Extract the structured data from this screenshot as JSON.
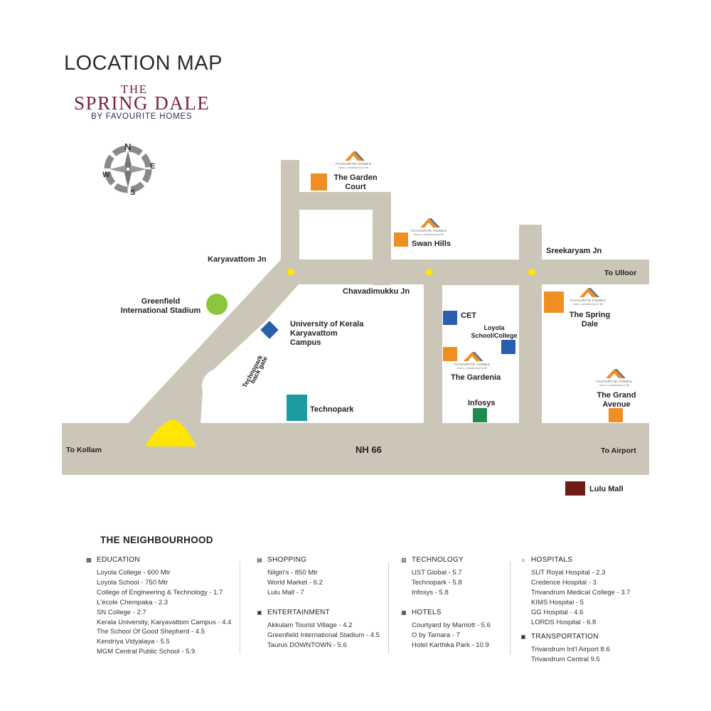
{
  "header": {
    "title": "LOCATION MAP",
    "brand_the": "THE",
    "brand_name": "SPRING DALE",
    "brand_by": "BY FAVOURITE HOMES"
  },
  "compass": {
    "n": "N",
    "e": "E",
    "s": "S",
    "w": "W"
  },
  "colors": {
    "road": "#ccc6b8",
    "project": "#ef8f22",
    "institution": "#2a5fb0",
    "technopark": "#1e9b9e",
    "infosys": "#1e8a4d",
    "lulu": "#6e1c16",
    "stadium": "#8cc63f",
    "junction": "#ffe600",
    "brand": "#7b2242"
  },
  "map": {
    "roads": {
      "nh66": "NH 66",
      "to_kollam": "To Kollam",
      "to_airport": "To Airport",
      "to_ulloor": "To Ulloor"
    },
    "junctions": {
      "karyavattom": "Karyavattom Jn",
      "chavadimukku": "Chavadimukku Jn",
      "sreekaryam": "Sreekaryam Jn"
    },
    "places": {
      "greenfield": "Greenfield International Stadium",
      "university": "University of Kerala Karyavattom Campus",
      "technopark_gate": "Technopark back gate",
      "technopark": "Technopark",
      "cet": "CET",
      "loyola": "Loyola School/College",
      "infosys": "Infosys",
      "lulu": "Lulu Mall"
    },
    "projects": {
      "garden_court": "The Garden Court",
      "swan_hills": "Swan Hills",
      "spring_dale": "The Spring Dale",
      "gardenia": "The Gardenia",
      "grand_avenue": "The Grand Avenue"
    },
    "logo_text": "FAVOURITE HOMES",
    "logo_tag": "Home, a relationship for life"
  },
  "neighbourhood": {
    "title": "THE NEIGHBOURHOOD",
    "education": {
      "heading": "EDUCATION",
      "icon": "book-icon",
      "items": [
        "Loyola College - 600 Mtr",
        "Loyola School - 750 Mtr",
        "College of Engineering & Technology - 1.7",
        "L'école Chempaka - 2.3",
        "SN College - 2.7",
        "Kerala University, Karyavattom Campus - 4.4",
        "The School Of Good Shepherd - 4.5",
        "Kendriya Vidyalaya - 5.5",
        "MGM Central Public School - 5.9"
      ]
    },
    "shopping": {
      "heading": "SHOPPING",
      "icon": "shopping-icon",
      "items": [
        "Nilgiri's - 850 Mtr",
        "World Market - 6.2",
        "Lulu Mall - 7"
      ]
    },
    "entertainment": {
      "heading": "ENTERTAINMENT",
      "icon": "entertainment-icon",
      "items": [
        "Akkulam Tourist Village - 4.2",
        "Greenfield International Stadium - 4.5",
        "Taurus DOWNTOWN - 5.6"
      ]
    },
    "technology": {
      "heading": "TECHNOLOGY",
      "icon": "computer-icon",
      "items": [
        "UST Global - 5.7",
        "Technopark - 5.8",
        "Infosys - 5.8"
      ]
    },
    "hotels": {
      "heading": "HOTELS",
      "icon": "building-icon",
      "items": [
        "Courtyard by Marriott - 5.6",
        "O by Tamara - 7",
        "Hotel Karthika Park - 10.9"
      ]
    },
    "hospitals": {
      "heading": "HOSPITALS",
      "icon": "hospital-icon",
      "items": [
        "SUT Royal Hospital - 2.3",
        "Credence Hospital - 3",
        "Trivandrum Medical College - 3.7",
        "KIMS Hospital - 5",
        "GG Hospital - 4.6",
        "LORDS Hospital - 6.8"
      ]
    },
    "transportation": {
      "heading": "TRANSPORTATION",
      "icon": "bus-icon",
      "items": [
        "Trivandrum Int'l Airport  8.6",
        "Trivandrum  Central   9.5"
      ]
    }
  }
}
